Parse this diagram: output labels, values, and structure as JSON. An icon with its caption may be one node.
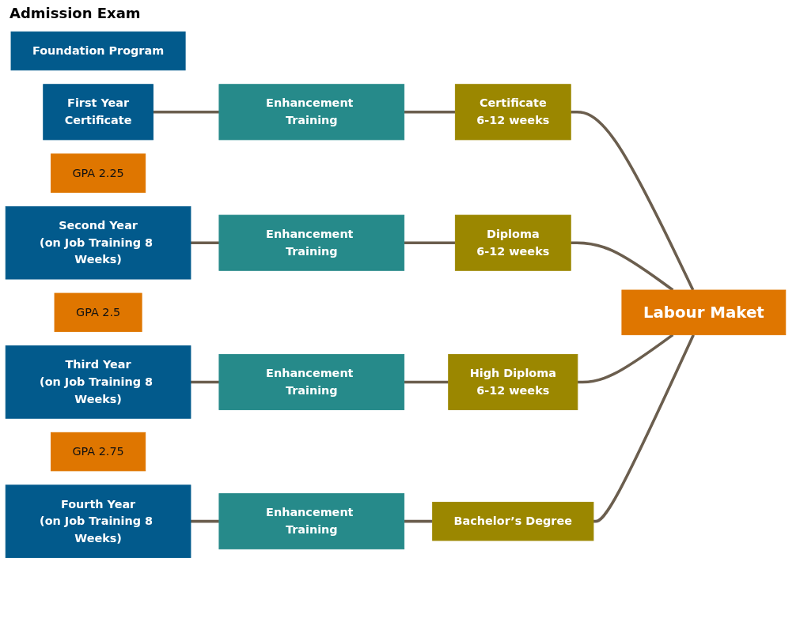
{
  "diagram": {
    "nodes": [
      {
        "text": [
          "Foundation Program"
        ]
      },
      {
        "text": [
          "First Year",
          "Certificate"
        ]
      },
      {
        "text": [
          "Enhancement Training"
        ]
      },
      {
        "text": [
          "Certificate",
          "6-12 weeks"
        ]
      },
      {
        "text": [
          "GPA 2.25"
        ]
      },
      {
        "text": [
          "Second Year",
          "(on Job Training 8 Weeks)"
        ]
      },
      {
        "text": [
          "Enhancement Training"
        ]
      },
      {
        "text": [
          "Diploma",
          "6-12 weeks"
        ]
      },
      {
        "text": [
          "GPA 2.5"
        ]
      },
      {
        "text": [
          "Third Year",
          "(on Job Training 8 Weeks)"
        ]
      },
      {
        "text": [
          "Enhancement Training"
        ]
      },
      {
        "text": [
          "High Diploma",
          "6-12 weeks"
        ]
      },
      {
        "text": [
          "GPA 2.75"
        ]
      },
      {
        "text": [
          "Fourth Year",
          "(on Job Training 8 Weeks)"
        ]
      },
      {
        "text": [
          "Enhancement Training"
        ]
      },
      {
        "text": [
          "Bachelor’s Degree"
        ]
      },
      {
        "text": [
          "Labour Maket"
        ]
      }
    ],
    "edges": [
      {
        "from": 1,
        "to": 2,
        "arrow": "none"
      },
      {
        "from": 2,
        "to": 3,
        "arrow": "none"
      },
      {
        "from": 3,
        "to": 16,
        "arrow": "none"
      },
      {
        "from": 5,
        "to": 6,
        "arrow": "none"
      },
      {
        "from": 6,
        "to": 7,
        "arrow": "none"
      },
      {
        "from": 7,
        "to": 16,
        "arrow": "none"
      },
      {
        "from": 9,
        "to": 10,
        "arrow": "none"
      },
      {
        "from": 10,
        "to": 11,
        "arrow": "none"
      },
      {
        "from": 11,
        "to": 16,
        "arrow": "none"
      },
      {
        "from": 13,
        "to": 14,
        "arrow": "none"
      },
      {
        "from": 14,
        "to": 15,
        "arrow": "none"
      },
      {
        "from": 15,
        "to": 16,
        "arrow": "none"
      }
    ],
    "labels": [
      "Admission Exam"
    ]
  }
}
